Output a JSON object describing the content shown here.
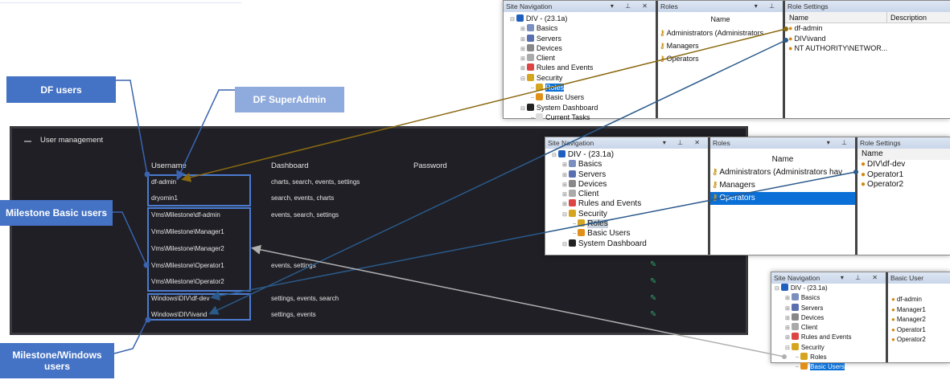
{
  "callouts": {
    "df_users": "DF users",
    "df_superadmin": "DF SuperAdmin",
    "milestone_basic": "Milestone Basic users",
    "milestone_windows": "Milestone/Windows users"
  },
  "user_management": {
    "title": "User management",
    "headers": [
      "Username",
      "Dashboard",
      "Password"
    ],
    "rows": [
      {
        "username": "df-admin",
        "dashboard": "charts, search, events, settings"
      },
      {
        "username": "dryomin1",
        "dashboard": "search, events, charts"
      },
      {
        "username": "Vms\\Milestone\\df-admin",
        "dashboard": "events, search, settings"
      },
      {
        "username": "Vms\\Milestone\\Manager1",
        "dashboard": ""
      },
      {
        "username": "Vms\\Milestone\\Manager2",
        "dashboard": ""
      },
      {
        "username": "Vms\\Milestone\\Operator1",
        "dashboard": "events, settings"
      },
      {
        "username": "Vms\\Milestone\\Operator2",
        "dashboard": ""
      },
      {
        "username": "Windows\\DIV\\df-dev",
        "dashboard": "settings, events, search"
      },
      {
        "username": "Windows\\DIV\\ivand",
        "dashboard": "settings, events"
      }
    ]
  },
  "shot1": {
    "nav_title": "Site Navigation",
    "roles_title": "Roles",
    "settings_title": "Role Settings",
    "tree": [
      "DIV - (23.1a)",
      "Basics",
      "Servers",
      "Devices",
      "Client",
      "Rules and Events",
      "Security",
      "Roles",
      "Basic Users",
      "System Dashboard",
      "Current Tasks"
    ],
    "roles_header": "Name",
    "roles": [
      "Administrators (Administrators",
      "Managers",
      "Operators"
    ],
    "settings_headers": [
      "Name",
      "Description"
    ],
    "members": [
      "df-admin",
      "DIV\\ivand",
      "NT  AUTHORITY\\NETWOR..."
    ]
  },
  "shot2": {
    "nav_title": "Site Navigation",
    "roles_title": "Roles",
    "settings_title": "Role Settings",
    "tree": [
      "DIV - (23.1a)",
      "Basics",
      "Servers",
      "Devices",
      "Client",
      "Rules and Events",
      "Security",
      "Roles",
      "Basic Users",
      "System Dashboard"
    ],
    "roles_header": "Name",
    "roles": [
      "Administrators (Administrators hav",
      "Managers",
      "Operators"
    ],
    "settings_header": "Name",
    "members": [
      "DIV\\df-dev",
      "Operator1",
      "Operator2"
    ]
  },
  "shot3": {
    "nav_title": "Site Navigation",
    "panel_title": "Basic User",
    "tree": [
      "DIV - (23.1a)",
      "Basics",
      "Servers",
      "Devices",
      "Client",
      "Rules and Events",
      "Security",
      "Roles",
      "Basic Users"
    ],
    "users": [
      "df-admin",
      "Manager1",
      "Manager2",
      "Operator1",
      "Operator2"
    ]
  },
  "colors": {
    "callout": "#4472c4",
    "callout_light": "#8faadc",
    "gold_line": "#8a6a10",
    "blue_line": "#2b5a8a",
    "grey_line": "#b0b0b0"
  }
}
